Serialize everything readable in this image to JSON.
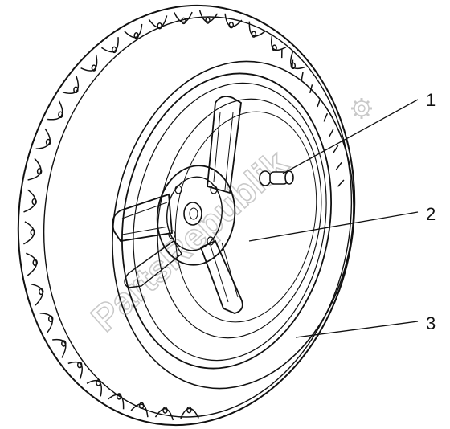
{
  "callouts": [
    {
      "number": "1",
      "part": "valve"
    },
    {
      "number": "2",
      "part": "rim"
    },
    {
      "number": "3",
      "part": "tyre"
    }
  ],
  "watermark": {
    "text": "PartsRepublik",
    "icon": "gear-icon"
  },
  "colors": {
    "line": "#111111",
    "watermark": "#c9c9c9",
    "background": "#ffffff"
  }
}
